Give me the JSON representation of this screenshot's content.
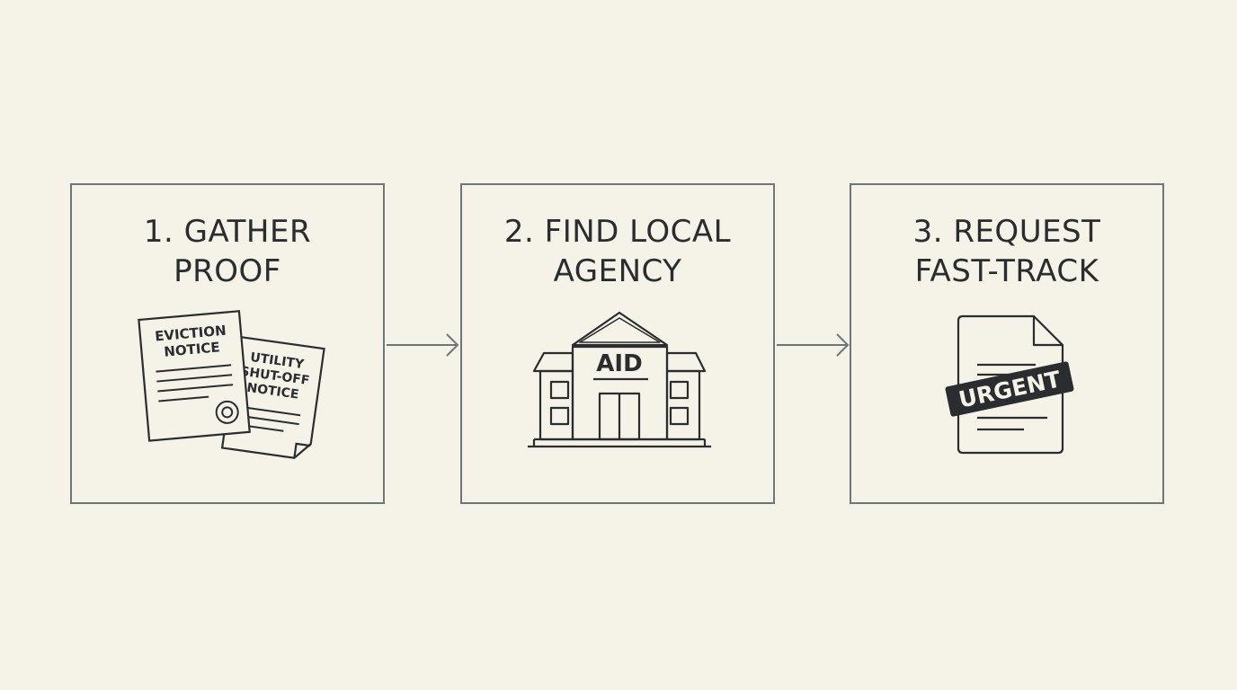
{
  "steps": [
    {
      "title_line1": "1. GATHER",
      "title_line2": "PROOF",
      "icon": "documents-icon",
      "doc1_line1": "EVICTION",
      "doc1_line2": "NOTICE",
      "doc2_line1": "UTILITY",
      "doc2_line2": "SHUT-OFF",
      "doc2_line3": "NOTICE"
    },
    {
      "title_line1": "2. FIND LOCAL",
      "title_line2": "AGENCY",
      "icon": "building-icon",
      "sign_text": "AID"
    },
    {
      "title_line1": "3. REQUEST",
      "title_line2": "FAST-TRACK",
      "icon": "urgent-document-icon",
      "stamp_text": "URGENT"
    }
  ],
  "colors": {
    "background": "#f5f2e8",
    "border": "#6f767b",
    "ink": "#2a2d2f"
  }
}
